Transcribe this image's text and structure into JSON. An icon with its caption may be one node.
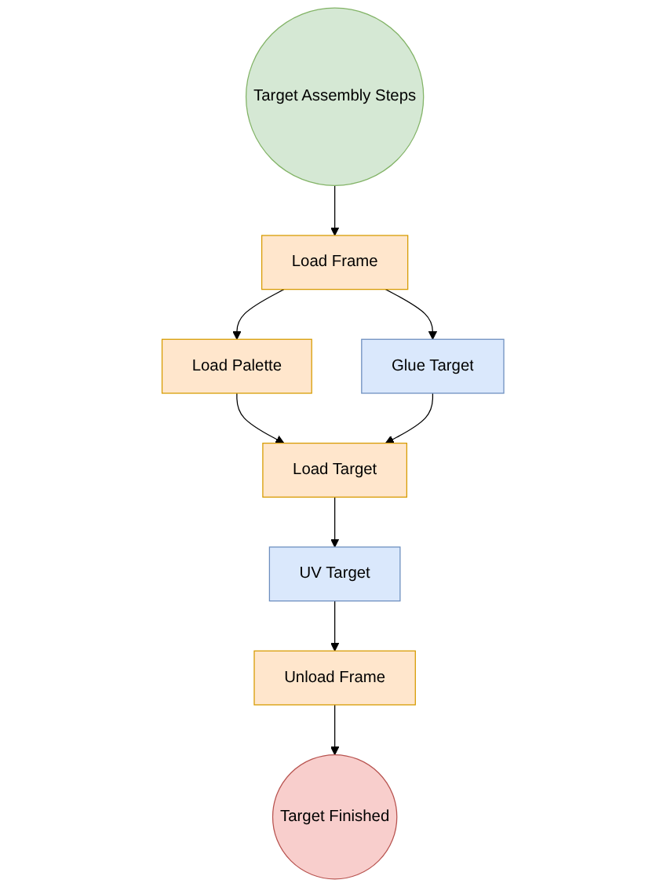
{
  "diagram": {
    "nodes": [
      {
        "text": [
          "Target Assembly Steps"
        ]
      },
      {
        "text": [
          "Load Frame"
        ]
      },
      {
        "text": [
          "Load Palette"
        ]
      },
      {
        "text": [
          "Glue Target"
        ]
      },
      {
        "text": [
          "Load Target"
        ]
      },
      {
        "text": [
          "UV Target"
        ]
      },
      {
        "text": [
          "Unload Frame"
        ]
      },
      {
        "text": [
          "Target Finished"
        ]
      }
    ],
    "edges": [
      {
        "from": 0,
        "to": 1,
        "arrow": "to"
      },
      {
        "from": 1,
        "to": 2,
        "arrow": "to"
      },
      {
        "from": 1,
        "to": 3,
        "arrow": "to"
      },
      {
        "from": 2,
        "to": 4,
        "arrow": "to"
      },
      {
        "from": 3,
        "to": 4,
        "arrow": "to"
      },
      {
        "from": 4,
        "to": 5,
        "arrow": "to"
      },
      {
        "from": 5,
        "to": 6,
        "arrow": "to"
      },
      {
        "from": 6,
        "to": 7,
        "arrow": "to"
      }
    ]
  }
}
